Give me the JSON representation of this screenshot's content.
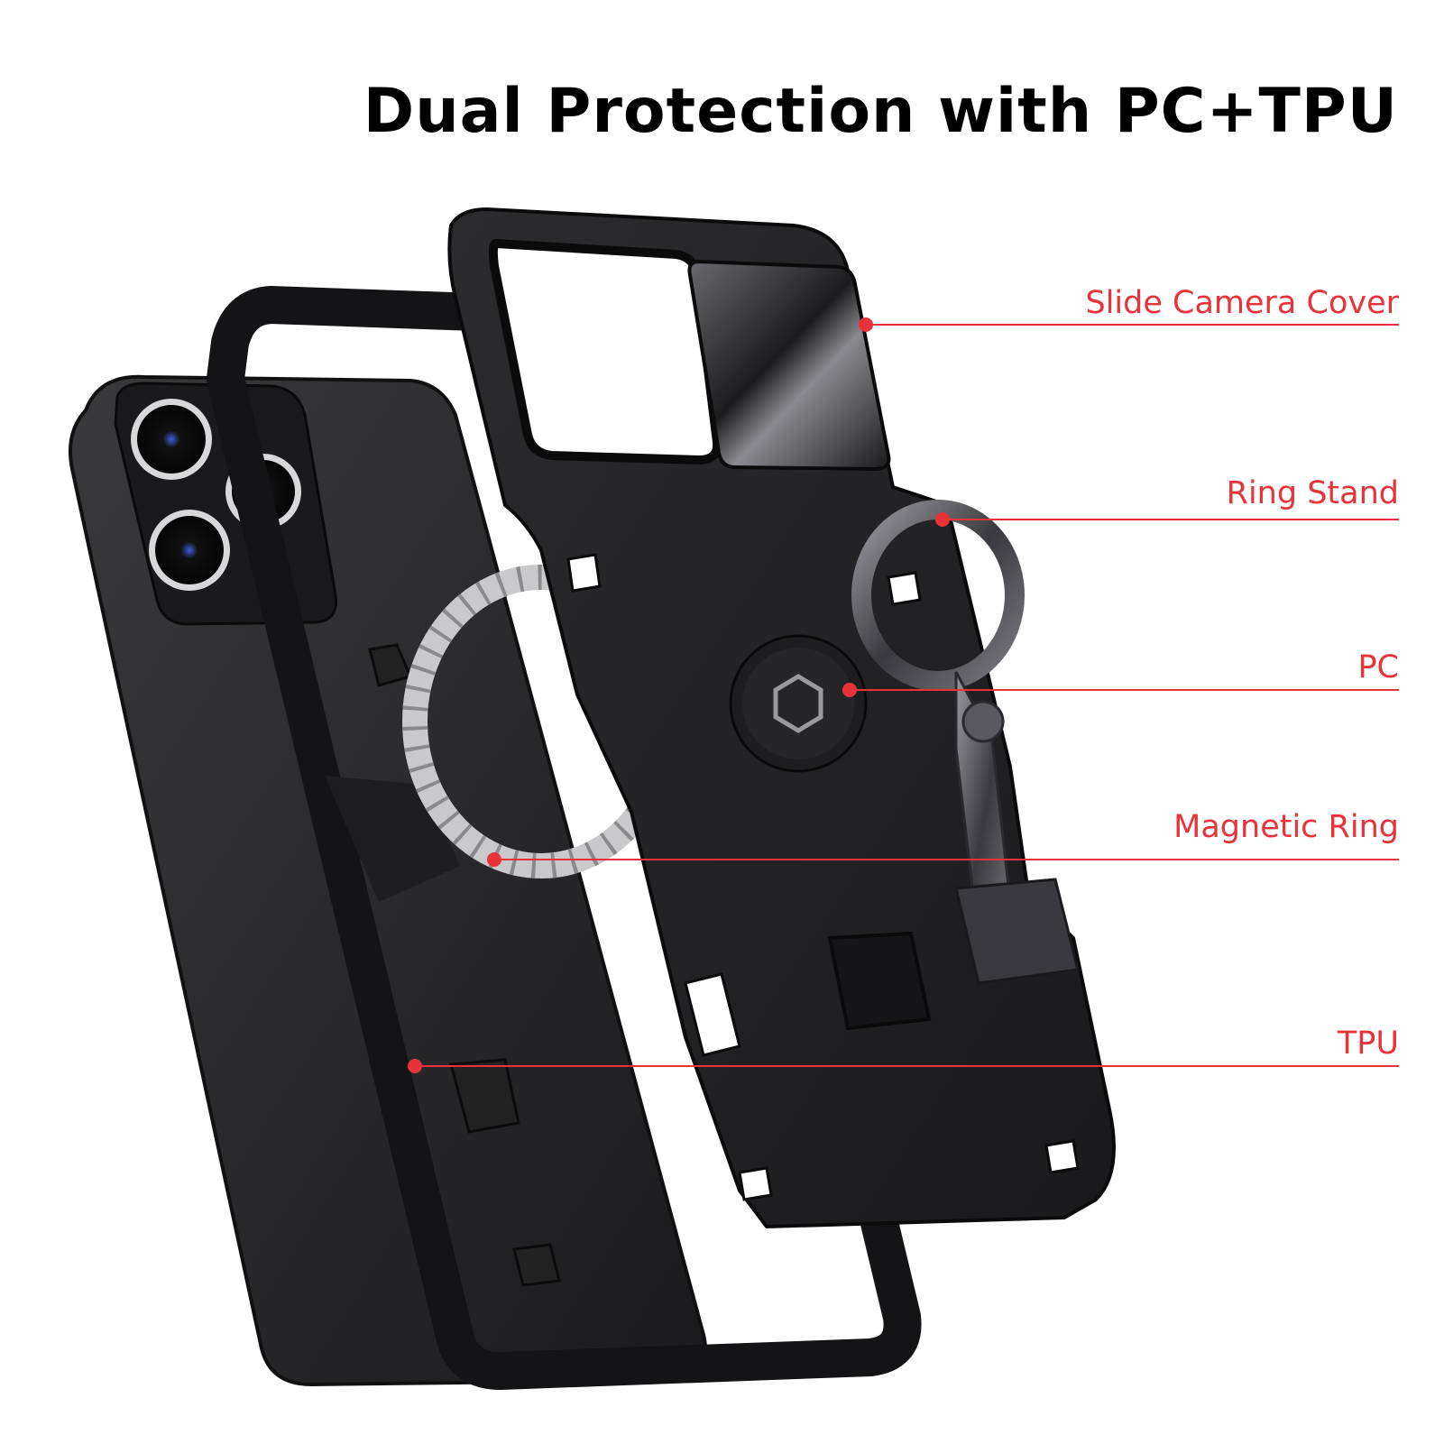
{
  "headline": "Dual Protection with PC+TPU",
  "accent_color": "#e8333a",
  "callouts": [
    {
      "label": "Slide Camera Cover"
    },
    {
      "label": "Ring Stand"
    },
    {
      "label": "PC"
    },
    {
      "label": "Magnetic Ring"
    },
    {
      "label": "TPU"
    }
  ]
}
